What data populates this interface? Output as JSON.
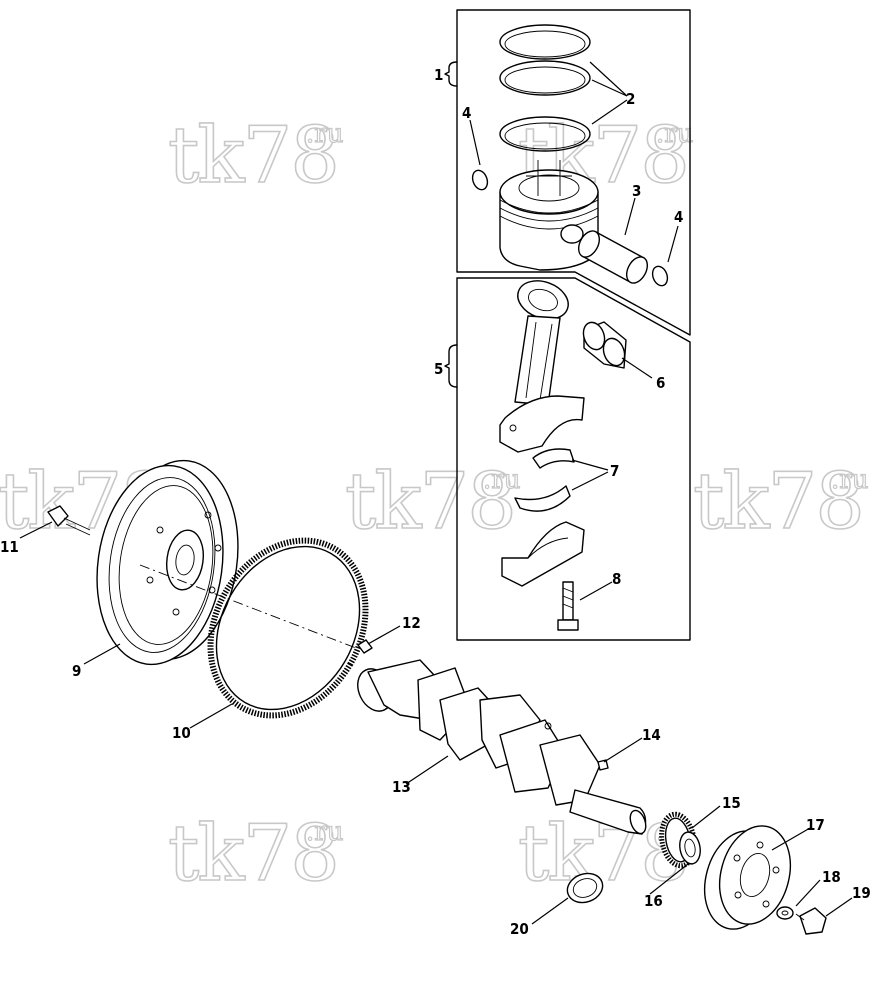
{
  "watermark": {
    "main": "tk78",
    "suffix": ".ru"
  },
  "callouts": {
    "c1": "1",
    "c2": "2",
    "c3": "3",
    "c4a": "4",
    "c4b": "4",
    "c5": "5",
    "c6": "6",
    "c7": "7",
    "c8": "8",
    "c9": "9",
    "c10": "10",
    "c11": "11",
    "c12": "12",
    "c13": "13",
    "c14": "14",
    "c15": "15",
    "c16": "16",
    "c17": "17",
    "c18": "18",
    "c19": "19",
    "c20": "20"
  },
  "parts": [
    {
      "ref": "1",
      "icon": "piston-assembly-icon"
    },
    {
      "ref": "2",
      "icon": "piston-ring-icon"
    },
    {
      "ref": "3",
      "icon": "piston-pin-icon"
    },
    {
      "ref": "4",
      "icon": "snap-ring-icon"
    },
    {
      "ref": "5",
      "icon": "connecting-rod-assembly-icon"
    },
    {
      "ref": "6",
      "icon": "rod-bushing-icon"
    },
    {
      "ref": "7",
      "icon": "rod-bearing-icon"
    },
    {
      "ref": "8",
      "icon": "rod-bolt-icon"
    },
    {
      "ref": "9",
      "icon": "flywheel-icon"
    },
    {
      "ref": "10",
      "icon": "ring-gear-icon"
    },
    {
      "ref": "11",
      "icon": "flywheel-bolt-icon"
    },
    {
      "ref": "12",
      "icon": "dowel-pin-icon"
    },
    {
      "ref": "13",
      "icon": "crankshaft-icon"
    },
    {
      "ref": "14",
      "icon": "key-icon"
    },
    {
      "ref": "15",
      "icon": "crank-gear-icon"
    },
    {
      "ref": "16",
      "icon": "spacer-icon"
    },
    {
      "ref": "17",
      "icon": "pulley-hub-icon"
    },
    {
      "ref": "18",
      "icon": "washer-icon"
    },
    {
      "ref": "19",
      "icon": "hub-bolt-icon"
    },
    {
      "ref": "20",
      "icon": "wear-sleeve-icon"
    }
  ]
}
